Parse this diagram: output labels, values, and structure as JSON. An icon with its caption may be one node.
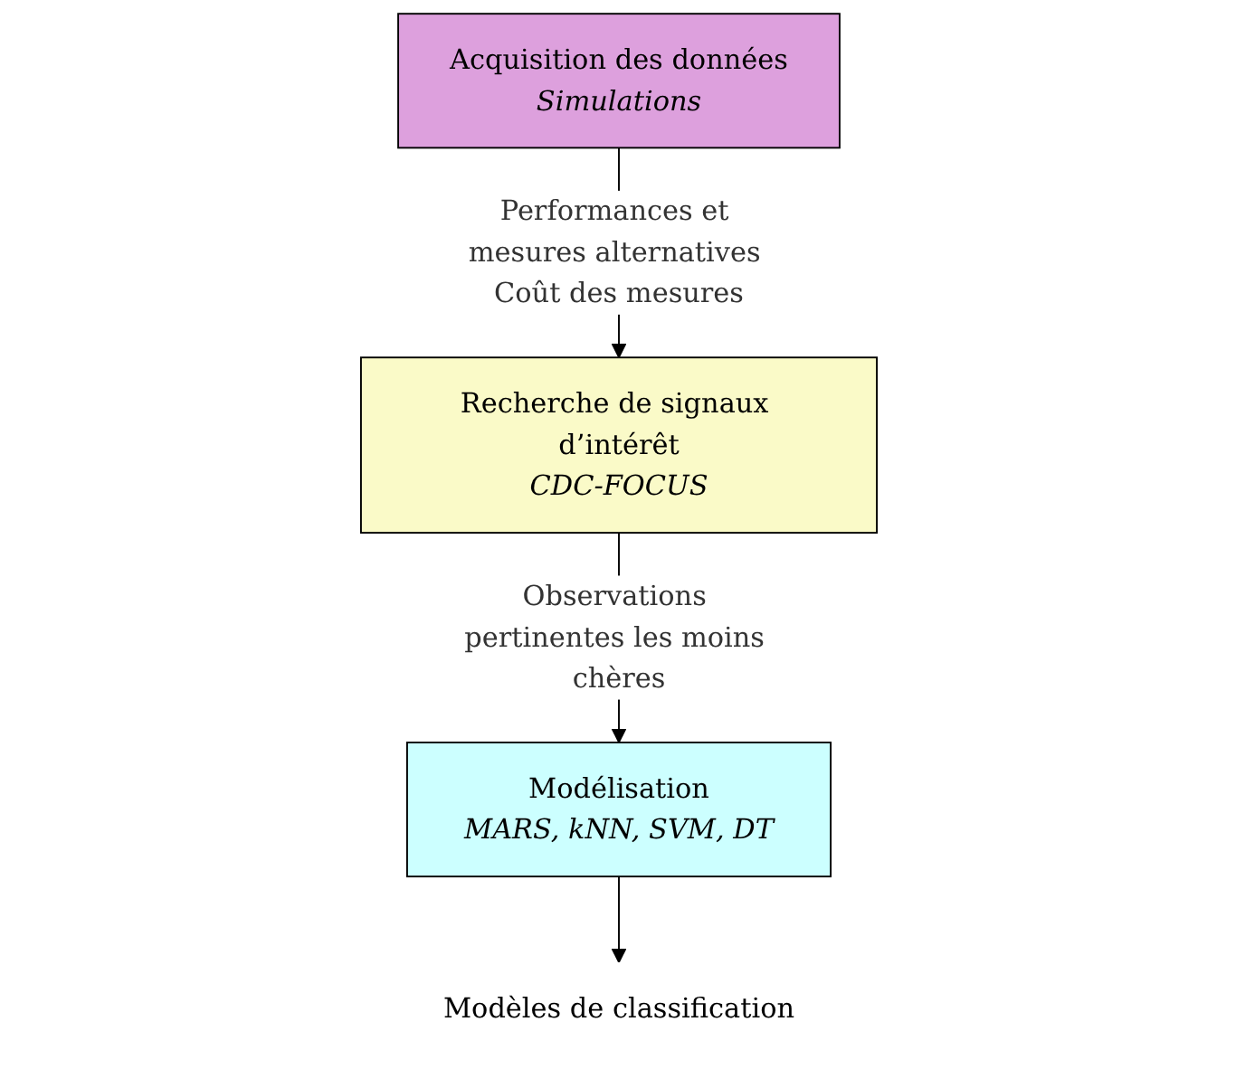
{
  "diagram": {
    "nodes": [
      {
        "text": [
          "Acquisition des données",
          "Simulations"
        ]
      },
      {
        "text": [
          "Recherche de signaux d’intérêt",
          "CDC-FOCUS"
        ]
      },
      {
        "text": [
          "Modélisation",
          "MARS, kNN, SVM, DT"
        ]
      },
      {
        "text": [
          "Modèles de classification"
        ]
      }
    ],
    "edges": [
      {
        "from": 0,
        "to": 1,
        "arrow": "to",
        "label": "Performances et mesures alternatives Coût des mesures"
      },
      {
        "from": 1,
        "to": 2,
        "arrow": "to",
        "label": "Observations pertinentes les moins chères"
      },
      {
        "from": 2,
        "to": 3,
        "arrow": "to"
      }
    ]
  }
}
